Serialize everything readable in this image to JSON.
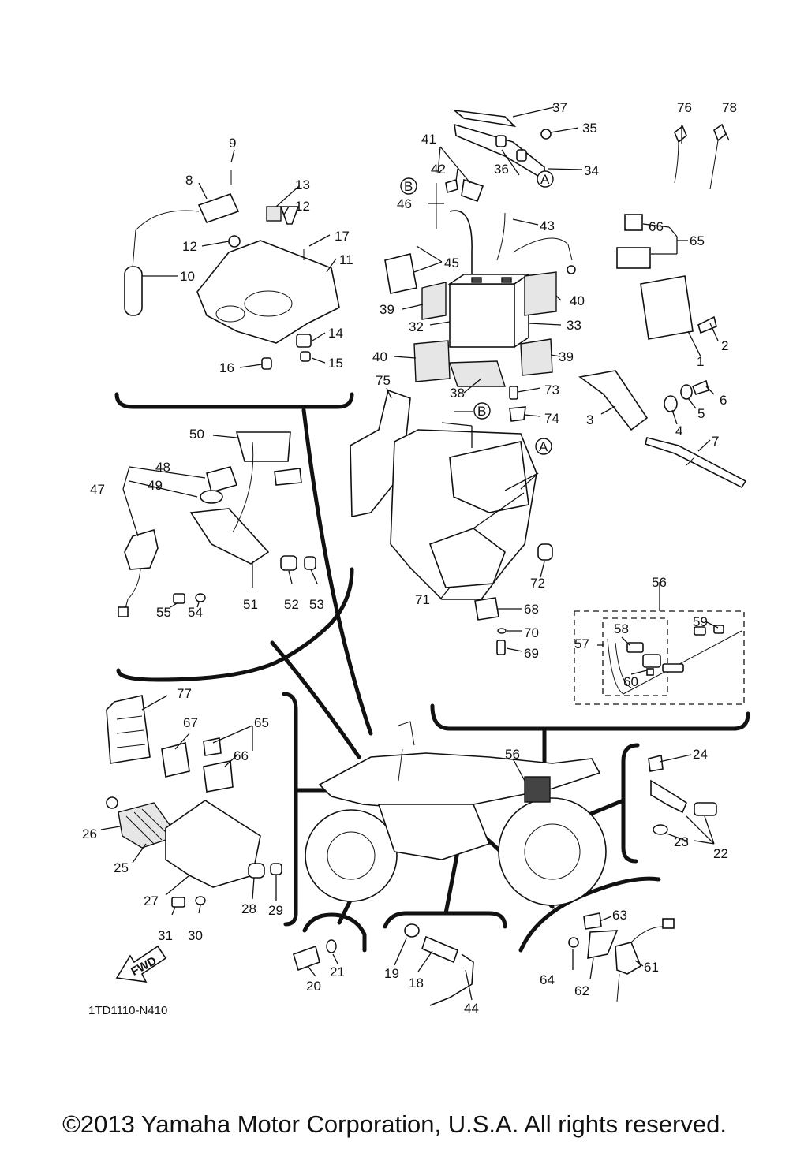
{
  "diagram_code": "1TD1110-N410",
  "fwd_label": "FWD",
  "copyright": "©2013 Yamaha Motor Corporation, U.S.A. All rights reserved.",
  "ref_letters": [
    "A",
    "B"
  ],
  "part_numbers": [
    "1",
    "2",
    "3",
    "4",
    "5",
    "6",
    "7",
    "8",
    "9",
    "10",
    "11",
    "12",
    "12",
    "13",
    "14",
    "15",
    "16",
    "17",
    "18",
    "19",
    "20",
    "21",
    "22",
    "23",
    "24",
    "25",
    "26",
    "27",
    "28",
    "29",
    "30",
    "31",
    "32",
    "33",
    "34",
    "35",
    "36",
    "37",
    "38",
    "39",
    "39",
    "40",
    "40",
    "41",
    "42",
    "43",
    "44",
    "45",
    "46",
    "47",
    "48",
    "49",
    "50",
    "51",
    "52",
    "53",
    "54",
    "55",
    "56",
    "56",
    "57",
    "58",
    "59",
    "60",
    "61",
    "62",
    "63",
    "64",
    "65",
    "65",
    "66",
    "66",
    "67",
    "68",
    "69",
    "70",
    "71",
    "72",
    "73",
    "74",
    "75",
    "76",
    "77",
    "78"
  ]
}
